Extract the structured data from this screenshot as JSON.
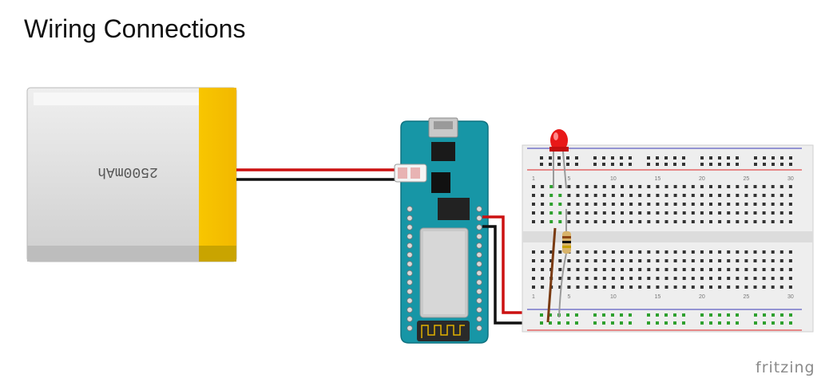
{
  "title": "Wiring Connections",
  "battery": {
    "label": "2500mAh"
  },
  "breadboard": {
    "column_labels": [
      "1",
      "5",
      "10",
      "15",
      "20",
      "25",
      "30"
    ]
  },
  "logo": "fritzing",
  "colors": {
    "battery_body": "#dcdcdc",
    "battery_cap": "#f9c800",
    "board": "#1796a6",
    "wire_red": "#cc1111",
    "wire_black": "#111111",
    "led": "#e81818",
    "jumper": "#7a3b12",
    "hole_active": "#2ea02e"
  }
}
